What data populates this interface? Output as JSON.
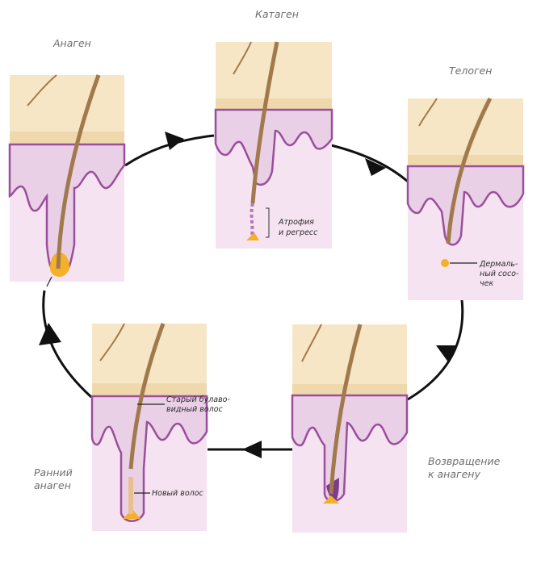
{
  "stages": {
    "anagen": "Анаген",
    "catagen": "Катаген",
    "telogen": "Телоген",
    "return_anagen_line1": "Возвращение",
    "return_anagen_line2": "к анагену",
    "early_anagen_line1": "Ранний",
    "early_anagen_line2": "анаген"
  },
  "annotations": {
    "atrophy_line1": "Атрофия",
    "atrophy_line2": "и регресс",
    "papilla_line1": "Дермаль-",
    "papilla_line2": "ный сосо-",
    "papilla_line3": "чек",
    "old_hair_line1": "Старый булаво-",
    "old_hair_line2": "видный волос",
    "new_hair": "Новый волос"
  },
  "colors": {
    "skin_top": "#f6e6c6",
    "skin_band": "#f0d8ad",
    "dermis": "#ead0e6",
    "dermis_light": "#f6e3f1",
    "membrane": "#9a4e9c",
    "hair": "#a07a4c",
    "bulb": "#f5b02a",
    "arrow": "#111111"
  }
}
